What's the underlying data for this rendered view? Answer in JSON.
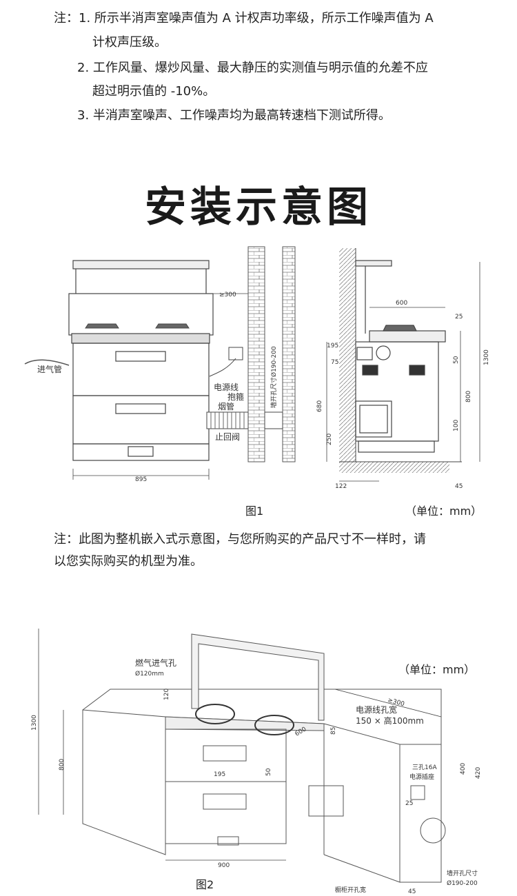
{
  "notes": {
    "prefix": "注：",
    "items": [
      {
        "num": "1.",
        "lines": [
          "所示半消声室噪声值为 A 计权声功率级，所示工作噪声值为 A",
          "计权声压级。"
        ]
      },
      {
        "num": "2.",
        "lines": [
          "工作风量、爆炒风量、最大静压的实测值与明示值的允差不应",
          "超过明示值的 -10%。"
        ]
      },
      {
        "num": "3.",
        "lines": [
          "半消声室噪声、工作噪声均为最高转速档下测试所得。"
        ]
      }
    ]
  },
  "section_title": "安装示意图",
  "figure1": {
    "caption": "图1",
    "unit": "（单位：mm）",
    "labels": {
      "inlet_pipe": "进气管",
      "power_cord": "电源线",
      "hoop": "抱箍",
      "smoke_pipe": "烟管",
      "check_valve": "止回阀",
      "wall_hole": "墙开孔尺寸Ø190-200"
    },
    "dims": {
      "width": "895",
      "gap": "≥300",
      "top_width": "600",
      "d25": "25",
      "d195": "195",
      "d75": "75",
      "d50": "50",
      "d1300": "1300",
      "d800": "800",
      "d680": "680",
      "d250": "250",
      "d100": "100",
      "d122": "122",
      "d45": "45"
    }
  },
  "middle_note": {
    "lines": [
      "注：此图为整机嵌入式示意图，与您所购买的产品尺寸不一样时，请",
      "以您实际购买的机型为准。"
    ]
  },
  "figure2": {
    "caption": "图2",
    "unit": "（单位：mm）",
    "labels": {
      "gas_hole": "燃气进气孔",
      "gas_hole_size": "Ø120mm",
      "power_hole": "电源线孔宽",
      "power_hole_size": "150 × 高100mm",
      "socket": "三孔16A",
      "socket2": "电源插座",
      "wall_hole": "墙开孔尺寸",
      "wall_hole_size": "Ø190-200",
      "cabinet_hole": "橱柜开孔宽"
    },
    "dims": {
      "d1300": "1300",
      "d800": "800",
      "d120": "120",
      "d195": "195",
      "d50": "50",
      "d600": "600",
      "d900": "900",
      "d300": "≥300",
      "d85": "85",
      "d400": "400",
      "d420": "420",
      "d25": "25",
      "d45": "45"
    }
  }
}
